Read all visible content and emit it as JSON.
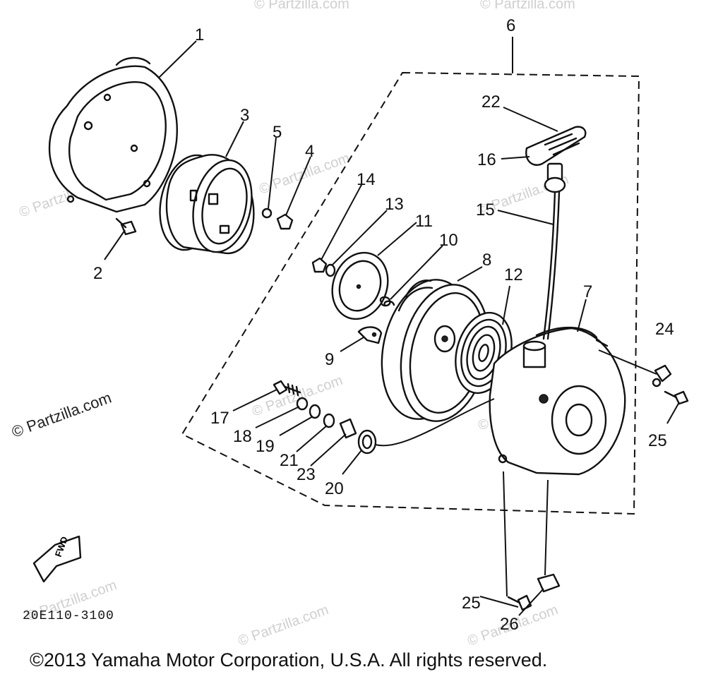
{
  "diagram": {
    "callouts": [
      {
        "id": "1",
        "label": "1"
      },
      {
        "id": "2",
        "label": "2"
      },
      {
        "id": "3",
        "label": "3"
      },
      {
        "id": "4",
        "label": "4"
      },
      {
        "id": "5",
        "label": "5"
      },
      {
        "id": "6",
        "label": "6"
      },
      {
        "id": "7",
        "label": "7"
      },
      {
        "id": "8",
        "label": "8"
      },
      {
        "id": "9",
        "label": "9"
      },
      {
        "id": "10",
        "label": "10"
      },
      {
        "id": "11",
        "label": "11"
      },
      {
        "id": "12",
        "label": "12"
      },
      {
        "id": "13",
        "label": "13"
      },
      {
        "id": "14",
        "label": "14"
      },
      {
        "id": "15",
        "label": "15"
      },
      {
        "id": "16",
        "label": "16"
      },
      {
        "id": "17",
        "label": "17"
      },
      {
        "id": "18",
        "label": "18"
      },
      {
        "id": "19",
        "label": "19"
      },
      {
        "id": "20",
        "label": "20"
      },
      {
        "id": "21",
        "label": "21"
      },
      {
        "id": "22",
        "label": "22"
      },
      {
        "id": "23",
        "label": "23"
      },
      {
        "id": "24",
        "label": "24"
      },
      {
        "id": "25a",
        "label": "25"
      },
      {
        "id": "25b",
        "label": "25"
      },
      {
        "id": "26",
        "label": "26"
      }
    ],
    "fwd_label": "FWD",
    "figure_code": "20E110-3100",
    "watermark": "© Partzilla.com",
    "copyright": "©2013 Yamaha Motor Corporation, U.S.A. All rights reserved."
  }
}
